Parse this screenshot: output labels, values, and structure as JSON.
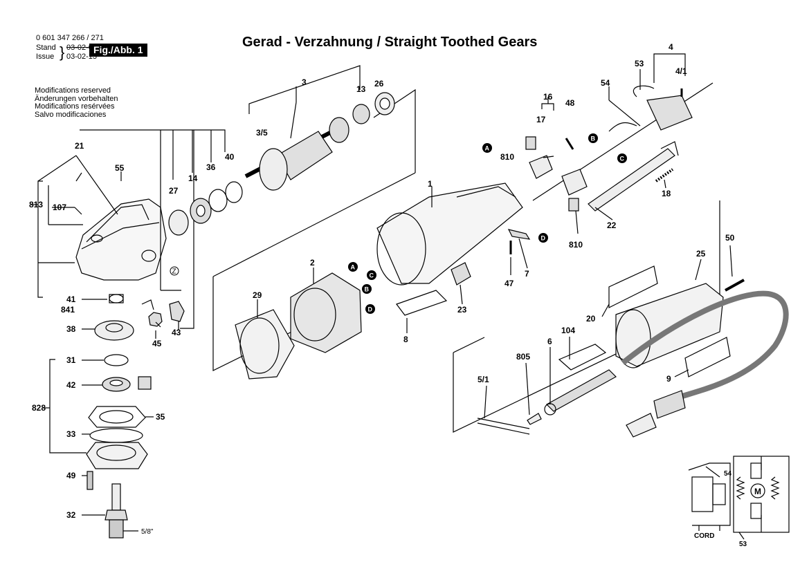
{
  "header": {
    "part_number": "0 601 347 266 / 271",
    "stand_label": "Stand",
    "stand_value": "03-02-05",
    "issue_label": "Issue",
    "issue_value": "03-02-13",
    "fig_label": "Fig./Abb. 1"
  },
  "title": "Gerad - Verzahnung / Straight Toothed Gears",
  "modifications": [
    "Modifications reserved",
    "Änderungen vorbehalten",
    "Modifications resérvées",
    "Salvo modificaciones"
  ],
  "labels": {
    "p1": "1",
    "p2": "2",
    "p3": "3",
    "p3_5": "3/5",
    "p4": "4",
    "p4_1": "4/1",
    "p5_1": "5/1",
    "p6": "6",
    "p7": "7",
    "p8": "8",
    "p9": "9",
    "p13": "13",
    "p14": "14",
    "p16": "16",
    "p17": "17",
    "p18": "18",
    "p20": "20",
    "p21": "21",
    "p22": "22",
    "p23": "23",
    "p25": "25",
    "p26": "26",
    "p27": "27",
    "p29": "29",
    "p31": "31",
    "p32": "32",
    "p33": "33",
    "p35": "35",
    "p36": "36",
    "p38": "38",
    "p40": "40",
    "p41": "41",
    "p42": "42",
    "p43": "43",
    "p45": "45",
    "p47": "47",
    "p48": "48",
    "p49": "49",
    "p50": "50",
    "p53": "53",
    "p54": "54",
    "p55": "55",
    "p104": "104",
    "p107": "107",
    "p805": "805",
    "p810a": "810",
    "p810b": "810",
    "p813": "813",
    "p828": "828",
    "p841": "841",
    "thread": "5/8\"",
    "schem_54": "54",
    "schem_53": "53",
    "schem_cord": "CORD"
  },
  "badges": {
    "a": "A",
    "b": "B",
    "c": "C",
    "d": "D",
    "z": "Z"
  }
}
